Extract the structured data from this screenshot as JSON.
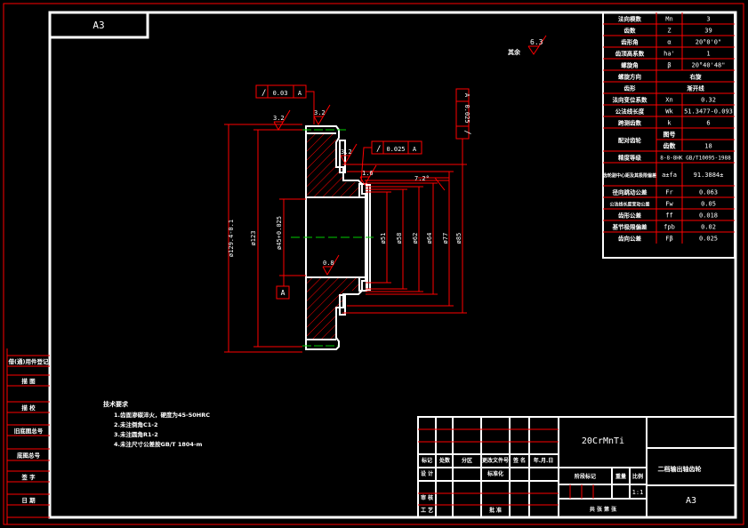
{
  "sheet": {
    "size_label_top": "A3",
    "roughness_general": {
      "label": "其余",
      "value": "6.3"
    }
  },
  "param_table": {
    "rows": [
      {
        "name": "法向模数",
        "symbol": "Mn",
        "value": "3"
      },
      {
        "name": "齿数",
        "symbol": "Z",
        "value": "39"
      },
      {
        "name": "齿形角",
        "symbol": "α",
        "value": "20°0'0\""
      },
      {
        "name": "齿顶高系数",
        "symbol": "ha'",
        "value": "1"
      },
      {
        "name": "螺旋角",
        "symbol": "β",
        "value": "20°40'48\""
      },
      {
        "name": "螺旋方向",
        "symbol": "",
        "value": "右旋"
      },
      {
        "name": "齿形",
        "symbol": "",
        "value": "渐开线"
      },
      {
        "name": "法向变位系数",
        "symbol": "Xn",
        "value": "0.32"
      },
      {
        "name": "公法线长度",
        "symbol": "Wk",
        "value": "51.3477-0.093"
      },
      {
        "name": "跨测齿数",
        "symbol": "k",
        "value": "6"
      },
      {
        "name": "配对齿轮",
        "symbol": "图号",
        "value": ""
      },
      {
        "name": "",
        "symbol": "齿数",
        "value": "18"
      },
      {
        "name": "精度等级",
        "symbol": "",
        "value": "8-8-8HK GB/T10095-1988"
      },
      {
        "name": "齿轮副中心距及其极限偏差",
        "symbol": "a±fa",
        "value": "91.3884±"
      },
      {
        "name": "径向跳动公差",
        "symbol": "Fr",
        "value": "0.063"
      },
      {
        "name": "公法线长度变动公差",
        "symbol": "Fw",
        "value": "0.05"
      },
      {
        "name": "齿形公差",
        "symbol": "ff",
        "value": "0.018"
      },
      {
        "name": "基节极限偏差",
        "symbol": "fpb",
        "value": "0.02"
      },
      {
        "name": "齿向公差",
        "symbol": "Fβ",
        "value": "0.025"
      }
    ]
  },
  "drawing": {
    "roughness": [
      "3.2",
      "3.2",
      "3.2",
      "1.6",
      "0.8"
    ],
    "tolerance_frames": [
      {
        "symbol": "/",
        "value": "0.03",
        "datum": "A"
      },
      {
        "symbol": "/",
        "value": "0.025",
        "datum": "A"
      },
      {
        "symbol": "/",
        "value": "0.025",
        "datum": "A"
      }
    ],
    "datum_label": "A",
    "chamfer_angle": "7.2°",
    "dims_left": [
      "ø129.4-0.1",
      "ø123",
      "ø45+0.025"
    ],
    "dims_right": [
      "ø51",
      "ø58",
      "ø62",
      "ø64",
      "ø77",
      "ø85"
    ]
  },
  "tech_notes": {
    "title": "技术要求",
    "lines": [
      "1.齿面渗碳淬火，硬度为45-50HRC",
      "2.未注倒角C1-2",
      "3.未注圆角R1-2",
      "4.未注尺寸公差按GB/T 1804-m"
    ]
  },
  "left_strip": [
    "借(通)用件登记",
    "描 图",
    "描 校",
    "旧底图总号",
    "底图总号",
    "签 字",
    "日 期"
  ],
  "title_block": {
    "material": "20CrMnTi",
    "part_name": "二档输出轴齿轮",
    "size": "A3",
    "header_labels": [
      "标记",
      "处数",
      "分区",
      "更改文件号",
      "签 名",
      "年.月.日"
    ],
    "row_design": [
      "设 计",
      "",
      "",
      "标准化",
      "",
      ""
    ],
    "row_check": [
      "审 核",
      "工 艺",
      "批 准"
    ],
    "stage_label": "阶段标记",
    "weight_label": "重量",
    "scale_label": "比例",
    "scale_value": "1:1",
    "sheet_info": "共 张 第 张"
  },
  "colors": {
    "frame": "#ff0000",
    "outline": "#ffffff",
    "center": "#00cc00",
    "bg": "#000000"
  }
}
